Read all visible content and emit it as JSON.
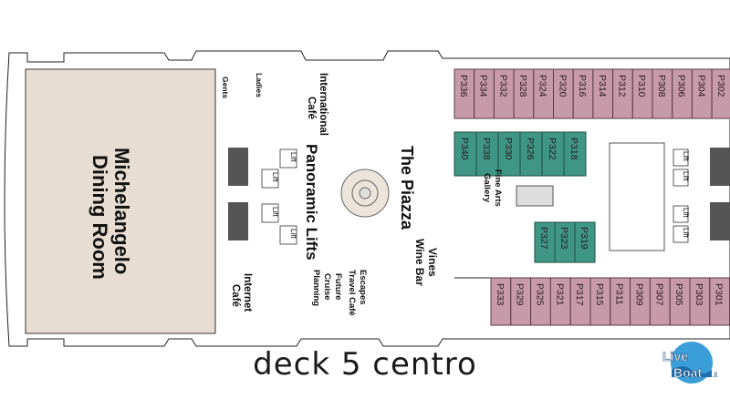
{
  "caption": "deck 5 centro",
  "venues": {
    "dining": [
      "Michelangelo",
      "Dining Room"
    ],
    "panoramic": "Panoramic Lifts",
    "piazza": "The Piazza",
    "intl_cafe": [
      "International",
      "Café"
    ],
    "gents": "Gents",
    "ladies": "Ladies",
    "internet_cafe": [
      "Internet",
      "Café"
    ],
    "future_cruise": [
      "Future",
      "Cruise",
      "Planning"
    ],
    "escapes": [
      "Escapes",
      "Travel Café"
    ],
    "vines": [
      "Vines",
      "Wine Bar"
    ],
    "fine_arts": [
      "Fine Arts",
      "Gallery"
    ],
    "lift": "Lift"
  },
  "cabins": {
    "top": [
      "P336",
      "P334",
      "P332",
      "P328",
      "P324",
      "P320",
      "P316",
      "P314",
      "P312",
      "P310",
      "P308",
      "P306",
      "P304",
      "P302"
    ],
    "bottom": [
      "P333",
      "P329",
      "P325",
      "P321",
      "P317",
      "P315",
      "P311",
      "P309",
      "P307",
      "P305",
      "P303",
      "P301"
    ],
    "gallery_top": [
      "P340",
      "P338",
      "P330",
      "P326",
      "P322",
      "P318"
    ],
    "gallery_bottom": [
      "P327",
      "P323",
      "P319"
    ]
  },
  "logo": {
    "line1": "Live",
    "line2": "Boat",
    "suffix": ".it"
  },
  "colors": {
    "cabin": "#c79aa9",
    "gallery_cabin": "#3f9685",
    "floor": "#efe7dc"
  }
}
